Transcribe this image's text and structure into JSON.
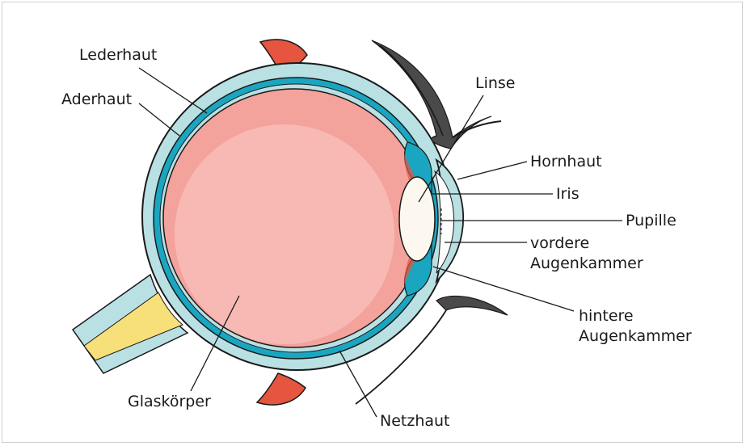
{
  "labels": {
    "lederhaut": "Lederhaut",
    "aderhaut": "Aderhaut",
    "linse": "Linse",
    "hornhaut": "Hornhaut",
    "iris": "Iris",
    "pupille": "Pupille",
    "vordere_line1": "vordere",
    "vordere_line2": "Augenkammer",
    "hintere_line1": "hintere",
    "hintere_line2": "Augenkammer",
    "glaskoerper": "Glaskörper",
    "netzhaut": "Netzhaut"
  },
  "colors": {
    "sclera": "#b9e0e3",
    "choroid": "#1aa6c1",
    "outline": "#1a1a1a",
    "vitreous_outer": "#f3a29c",
    "vitreous_inner": "#f8b9b4",
    "muscle": "#e5553f",
    "optic_nerve": "#f7e07a",
    "eyelid": "#4a4a4a",
    "lens": "#fdf8ef"
  }
}
